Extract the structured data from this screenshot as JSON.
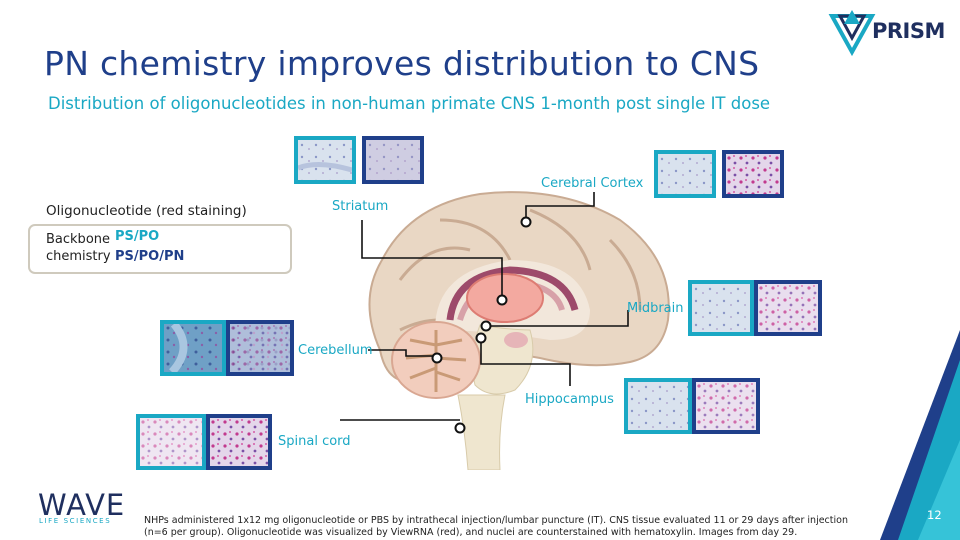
{
  "slide": {
    "title": "PN chemistry improves distribution to CNS",
    "subtitle": "Distribution of oligonucleotides in non-human primate CNS 1-month post single IT dose",
    "page_number": "12"
  },
  "logos": {
    "prism": "PRISM",
    "wave": "WAVE",
    "wave_sub": "LIFE SCIENCES"
  },
  "legend": {
    "title": "Oligonucleotide (red staining)",
    "backbone_label_1": "Backbone",
    "backbone_label_2": "chemistry",
    "items": [
      {
        "label": "PS/PO",
        "color": "#1aa8c4"
      },
      {
        "label": "PS/PO/PN",
        "color": "#1f3f8a"
      }
    ]
  },
  "regions": {
    "striatum": "Striatum",
    "cerebral_cortex": "Cerebral Cortex",
    "midbrain": "Midbrain",
    "cerebellum": "Cerebellum",
    "hippocampus": "Hippocampus",
    "spinal_cord": "Spinal cord"
  },
  "footnote": "NHPs administered  1x12 mg oligonucleotide or PBS by intrathecal injection/lumbar puncture (IT). CNS tissue evaluated 11 or 29 days after injection (n=6 per group). Oligonucleotide was visualized by ViewRNA (red), and nuclei are counterstained with hematoxylin. Images from day 29.",
  "colors": {
    "title": "#1f3f8a",
    "accent_cyan": "#1aa8c4",
    "accent_navy": "#1f3f8a"
  }
}
